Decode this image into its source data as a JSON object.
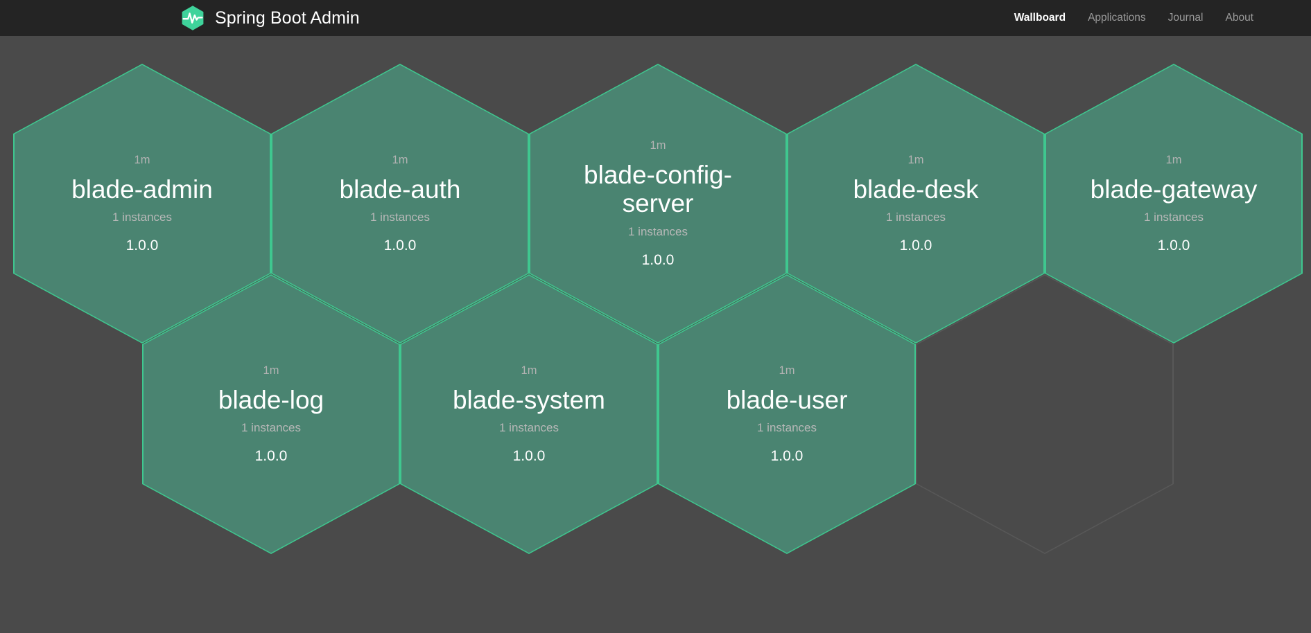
{
  "app": {
    "title": "Spring Boot Admin",
    "logo_icon": "heartbeat-hexagon-logo",
    "brand_color": "#3fd39b",
    "navbar_bg": "#242424",
    "page_bg": "#4a4a4a"
  },
  "nav": {
    "items": [
      {
        "label": "Wallboard",
        "active": true
      },
      {
        "label": "Applications",
        "active": false
      },
      {
        "label": "Journal",
        "active": false
      },
      {
        "label": "About",
        "active": false
      }
    ]
  },
  "wallboard": {
    "hex_fill": "#4a8471",
    "hex_border": "#3fc78f",
    "empty_border": "#585858",
    "applications": [
      {
        "name": "blade-admin",
        "uptime": "1m",
        "instances": "1 instances",
        "version": "1.0.0",
        "status": "UP"
      },
      {
        "name": "blade-auth",
        "uptime": "1m",
        "instances": "1 instances",
        "version": "1.0.0",
        "status": "UP"
      },
      {
        "name": "blade-config-server",
        "uptime": "1m",
        "instances": "1 instances",
        "version": "1.0.0",
        "status": "UP"
      },
      {
        "name": "blade-desk",
        "uptime": "1m",
        "instances": "1 instances",
        "version": "1.0.0",
        "status": "UP"
      },
      {
        "name": "blade-gateway",
        "uptime": "1m",
        "instances": "1 instances",
        "version": "1.0.0",
        "status": "UP"
      },
      {
        "name": "blade-log",
        "uptime": "1m",
        "instances": "1 instances",
        "version": "1.0.0",
        "status": "UP"
      },
      {
        "name": "blade-system",
        "uptime": "1m",
        "instances": "1 instances",
        "version": "1.0.0",
        "status": "UP"
      },
      {
        "name": "blade-user",
        "uptime": "1m",
        "instances": "1 instances",
        "version": "1.0.0",
        "status": "UP"
      }
    ],
    "placeholders": 1
  }
}
